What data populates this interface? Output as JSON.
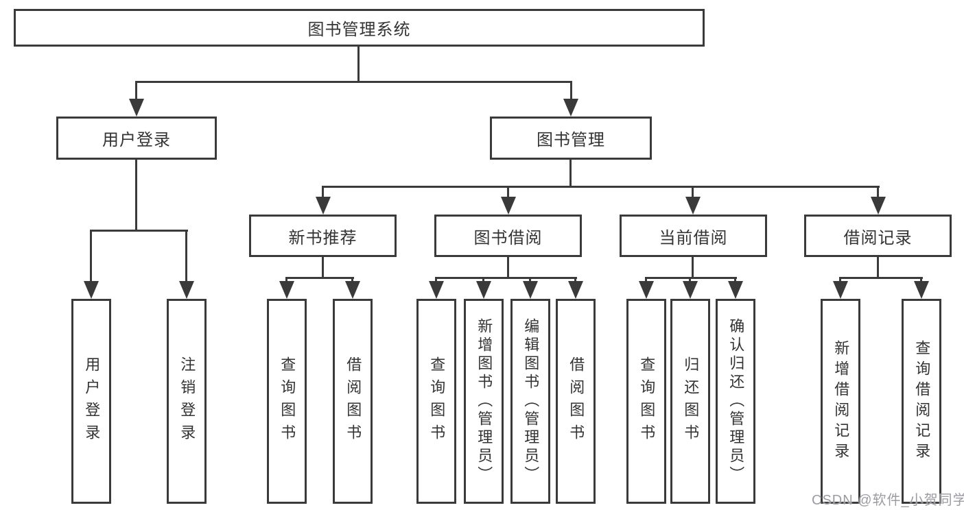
{
  "colors": {
    "line": "#3a3a3a",
    "text": "#333333",
    "watermark": "#9b9ba1",
    "bg": "#ffffff"
  },
  "diagram": {
    "root": {
      "label": "图书管理系统",
      "children": [
        {
          "label": "用户登录",
          "children": [
            {
              "label": "用户登录"
            },
            {
              "label": "注销登录"
            }
          ]
        },
        {
          "label": "图书管理",
          "children": [
            {
              "label": "新书推荐",
              "children": [
                {
                  "label": "查询图书"
                },
                {
                  "label": "借阅图书"
                }
              ]
            },
            {
              "label": "图书借阅",
              "children": [
                {
                  "label": "查询图书"
                },
                {
                  "label": "新增图书（管理员）"
                },
                {
                  "label": "编辑图书（管理员）"
                },
                {
                  "label": "借阅图书"
                }
              ]
            },
            {
              "label": "当前借阅",
              "children": [
                {
                  "label": "查询图书"
                },
                {
                  "label": "归还图书"
                },
                {
                  "label": "确认归还（管理员）"
                }
              ]
            },
            {
              "label": "借阅记录",
              "children": [
                {
                  "label": "新增借阅记录"
                },
                {
                  "label": "查询借阅记录"
                }
              ]
            }
          ]
        }
      ]
    },
    "watermark": "CSDN @软件_小贺同学"
  }
}
